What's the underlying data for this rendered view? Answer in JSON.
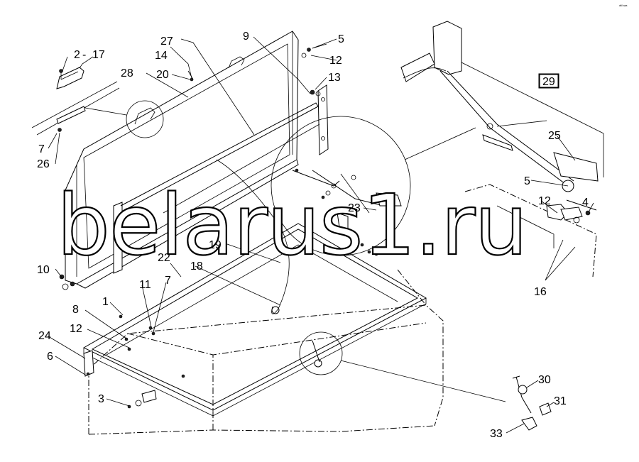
{
  "watermark": "belarus1.ru",
  "corner_mark": "ᵃᴹ ᵃᵃᵃ",
  "callouts": {
    "c1": "1",
    "c2": "2",
    "c17": "17",
    "c3": "3",
    "c4": "4",
    "c5a": "5",
    "c5b": "5",
    "c6": "6",
    "c7a": "7",
    "c7b": "7",
    "c8": "8",
    "c9": "9",
    "c10": "10",
    "c11": "11",
    "c12a": "12",
    "c12b": "12",
    "c12c": "12",
    "c13": "13",
    "c14": "14",
    "c16": "16",
    "c18": "18",
    "c19": "19",
    "c20": "20",
    "c22": "22",
    "c23": "23",
    "c24": "24",
    "c25": "25",
    "c26": "26",
    "c27": "27",
    "c28": "28",
    "c29": "29",
    "c30": "30",
    "c31": "31",
    "c33": "33"
  }
}
